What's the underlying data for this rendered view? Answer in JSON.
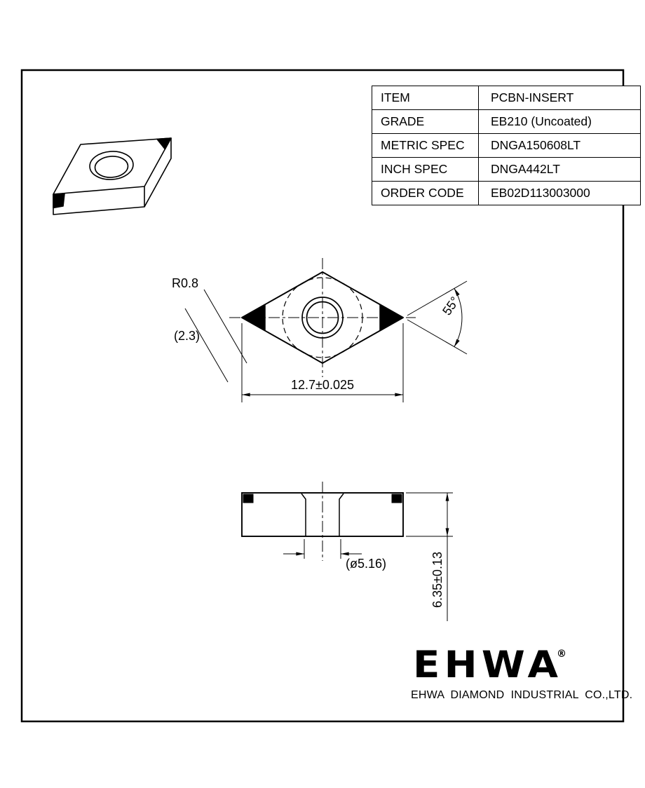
{
  "spec_table": {
    "rows": [
      {
        "label": "ITEM",
        "value": "PCBN-INSERT"
      },
      {
        "label": "GRADE",
        "value": "EB210 (Uncoated)"
      },
      {
        "label": "METRIC SPEC",
        "value": "DNGA150608LT"
      },
      {
        "label": "INCH SPEC",
        "value": "DNGA442LT"
      },
      {
        "label": "ORDER CODE",
        "value": "EB02D113003000"
      }
    ]
  },
  "top_view": {
    "corner_radius_label": "R0.8",
    "tip_size_label": "(2.3)",
    "angle_label": "55°",
    "width_label": "12.7±0.025"
  },
  "side_view": {
    "hole_diameter_label": "(ø5.16)",
    "thickness_label": "6.35±0.13"
  },
  "footer": {
    "logo_text": "EHWA",
    "registered_mark": "®",
    "company_name": "EHWA DIAMOND INDUSTRIAL CO.,LTD."
  }
}
